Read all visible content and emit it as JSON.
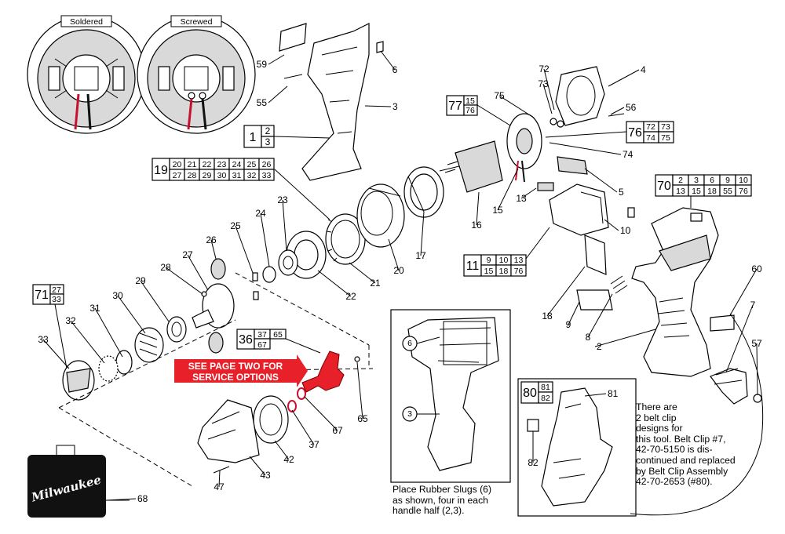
{
  "insets": {
    "left_label": "Soldered",
    "right_label": "Screwed"
  },
  "service_banner": {
    "line1": "SEE PAGE TWO FOR",
    "line2": "SERVICE OPTIONS",
    "color": "#e8202a"
  },
  "brand": {
    "logo": "Milwaukee"
  },
  "callouts": {
    "c1": {
      "main": "1",
      "subs": [
        "2",
        "3"
      ]
    },
    "c19": {
      "main": "19",
      "row1": [
        "20",
        "21",
        "22",
        "23",
        "24",
        "25",
        "26"
      ],
      "row2": [
        "27",
        "28",
        "29",
        "30",
        "31",
        "32",
        "33"
      ]
    },
    "c77": {
      "main": "77",
      "subs": [
        "15",
        "76"
      ]
    },
    "c76": {
      "main": "76",
      "row1": [
        "72",
        "73"
      ],
      "row2": [
        "74",
        "75"
      ]
    },
    "c70": {
      "main": "70",
      "row1": [
        "2",
        "3",
        "6",
        "9",
        "10"
      ],
      "row2": [
        "13",
        "15",
        "18",
        "55",
        "76"
      ]
    },
    "c11": {
      "main": "11",
      "row1": [
        "9",
        "10",
        "13"
      ],
      "row2": [
        "15",
        "18",
        "76"
      ]
    },
    "c71": {
      "main": "71",
      "subs": [
        "27",
        "33"
      ]
    },
    "c36": {
      "main": "36",
      "row1": [
        "37",
        "65"
      ],
      "row2": [
        "67"
      ]
    },
    "c80": {
      "main": "80",
      "subs": [
        "81",
        "82"
      ]
    }
  },
  "part_numbers": [
    "59",
    "6",
    "55",
    "3",
    "73",
    "72",
    "4",
    "75",
    "56",
    "74",
    "5",
    "13",
    "15",
    "16",
    "17",
    "10",
    "60",
    "20",
    "21",
    "22",
    "23",
    "24",
    "25",
    "26",
    "27",
    "28",
    "29",
    "30",
    "31",
    "32",
    "33",
    "18",
    "9",
    "8",
    "2",
    "7",
    "57",
    "42",
    "37",
    "67",
    "65",
    "43",
    "47",
    "68",
    "81",
    "82",
    "6",
    "3"
  ],
  "notes": {
    "slugs": [
      "Place Rubber Slugs (6)",
      "as shown, four in each",
      "handle half (2,3)."
    ],
    "belt_clip": [
      "There are",
      "2 belt clip",
      "designs for",
      "this tool. Belt Clip #7,",
      "42-70-5150 is dis-",
      "continued and replaced",
      "by Belt Clip Assembly",
      "42-70-2653 (#80)."
    ]
  }
}
